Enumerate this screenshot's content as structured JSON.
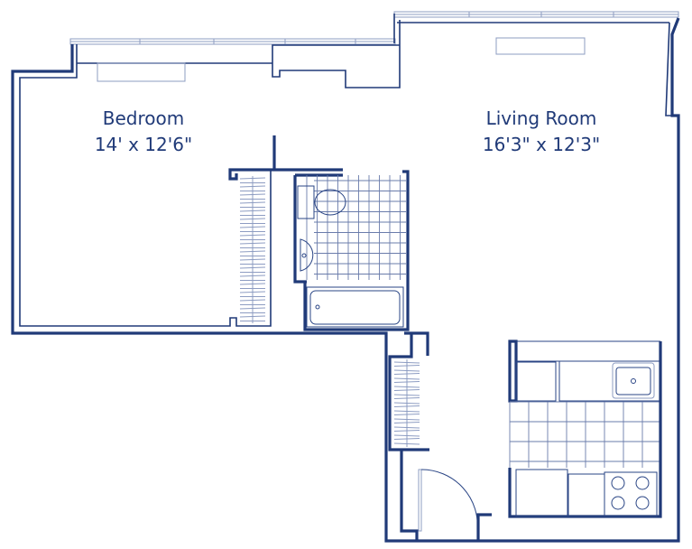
{
  "rooms": [
    {
      "name": "Bedroom",
      "dimensions": "14' x 12'6\""
    },
    {
      "name": "Living Room",
      "dimensions": "16'3\" x 12'3\""
    }
  ],
  "colors": {
    "line": "#203a78",
    "light_line": "#8d9cc2"
  }
}
